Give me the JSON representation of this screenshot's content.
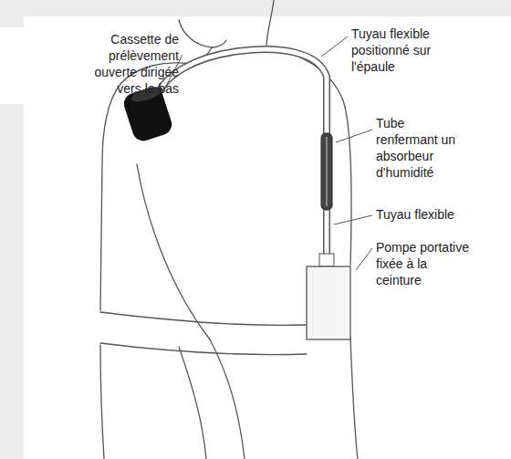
{
  "diagram": {
    "labels": [
      "Cassette de prélèvement ouverte dirigée vers le bas",
      "Tuyau flexible positionné sur l'épaule",
      "Tube renfermant un absorbeur d'humidité",
      "Tuyau flexible",
      "Pompe portative fixée à la ceinture"
    ]
  }
}
